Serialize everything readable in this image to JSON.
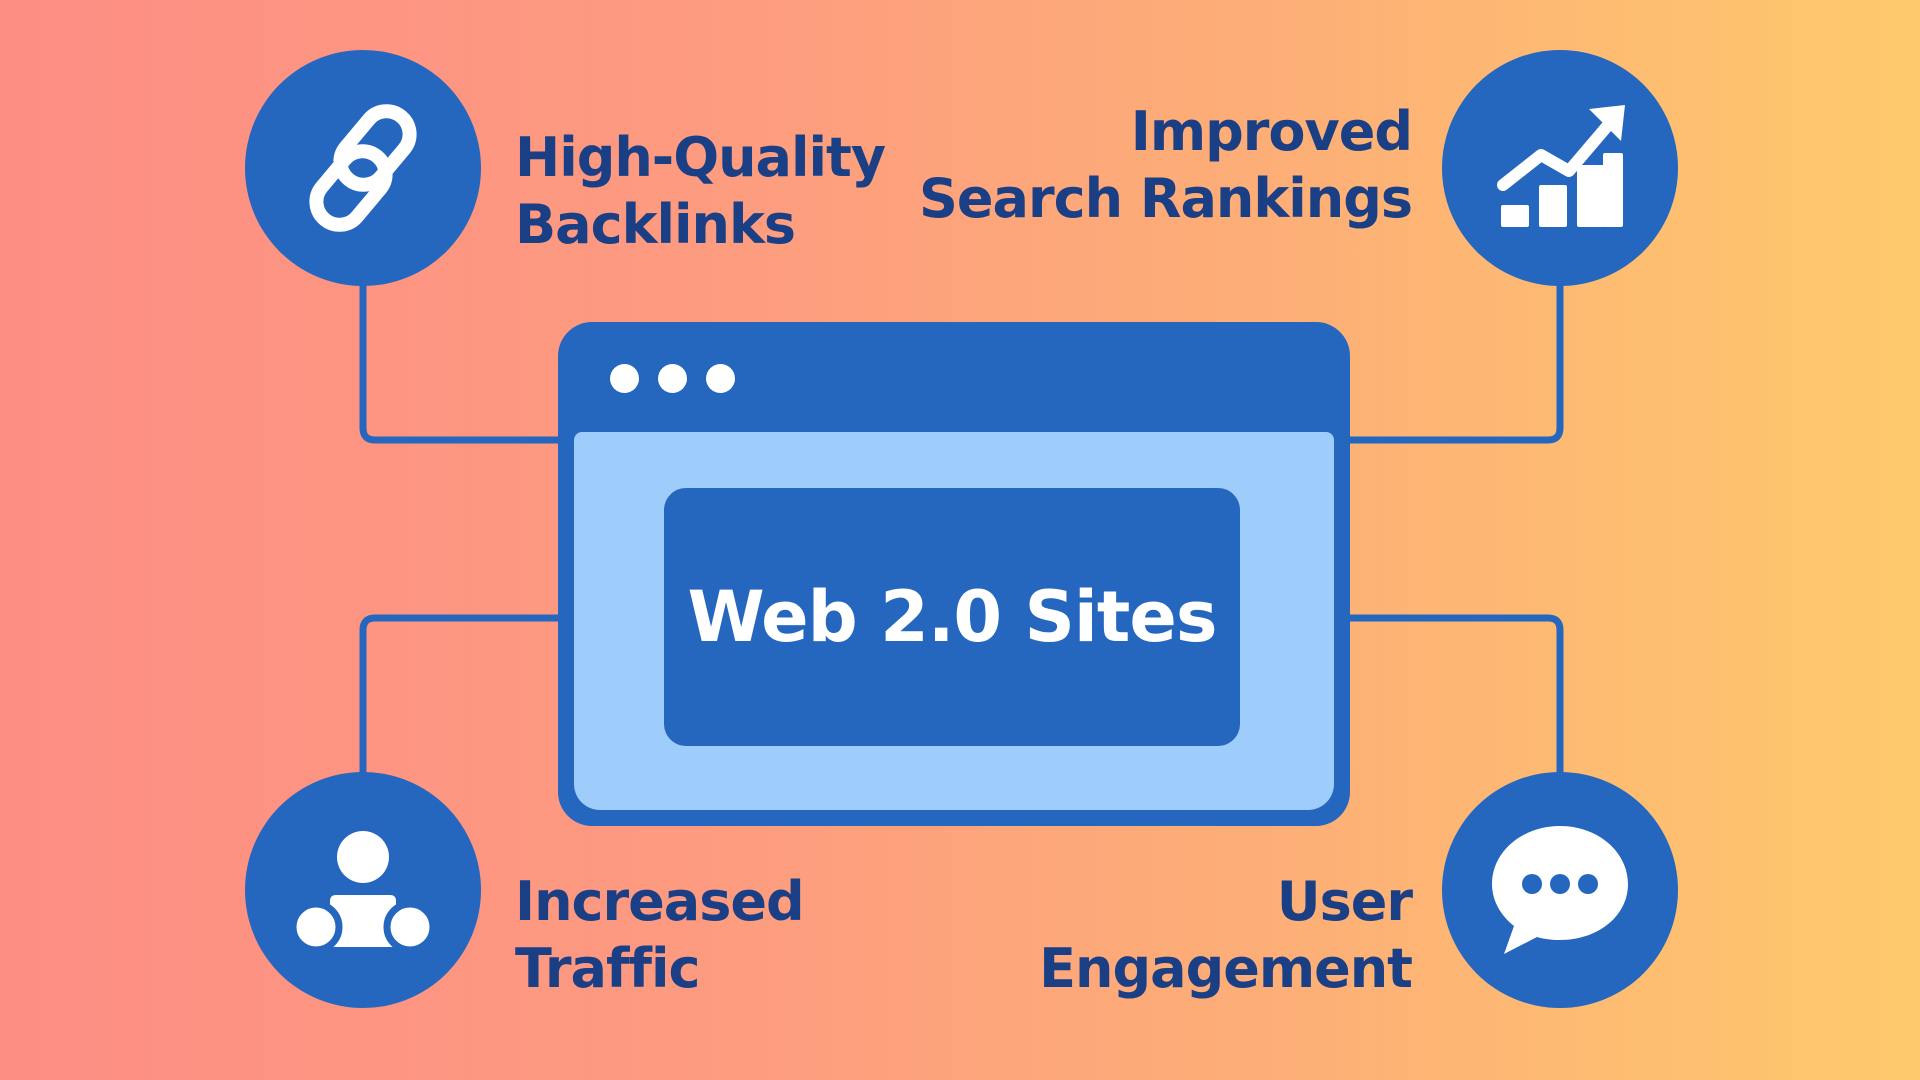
{
  "center": {
    "title": "Web 2.0 Sites"
  },
  "nodes": {
    "backlinks": {
      "line1": "High-Quality",
      "line2": "Backlinks",
      "icon": "link-icon"
    },
    "rankings": {
      "line1": "Improved",
      "line2": "Search Rankings",
      "icon": "bar-chart-icon"
    },
    "traffic": {
      "line1": "Increased",
      "line2": "Traffic",
      "icon": "users-icon"
    },
    "engagement": {
      "line1": "User",
      "line2": "Engagement",
      "icon": "chat-bubble-icon"
    }
  },
  "colors": {
    "primary_blue": "#2567be",
    "light_blue": "#9fcdfb",
    "label_navy": "#1b3f84",
    "gradient_start": "#fd8e84",
    "gradient_end": "#fec96c"
  }
}
